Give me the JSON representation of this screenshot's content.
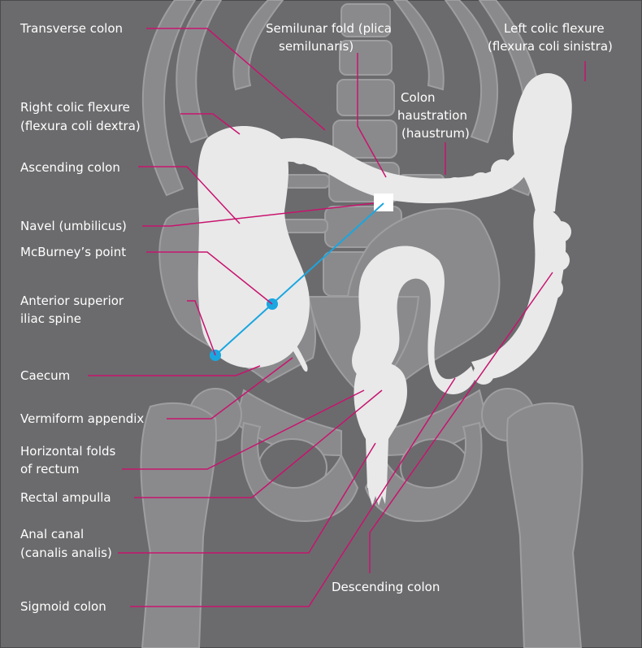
{
  "diagram": {
    "colors": {
      "background": "#6b6b6d",
      "bone": "#8a8a8c",
      "bone_outline": "#9e9ea0",
      "colon": "#e9e9ea",
      "leader": "#c8146e",
      "mcburney": "#1aa6e0",
      "label": "#ffffff"
    },
    "labels": {
      "transverse_colon": "Transverse colon",
      "semilunar_fold_1": "Semilunar fold (plica",
      "semilunar_fold_2": "semilunaris)",
      "left_flexure_1": "Left colic flexure",
      "left_flexure_2": "(flexura coli sinistra)",
      "right_flexure_1": "Right colic flexure",
      "right_flexure_2": "(flexura coli dextra)",
      "haustration_1": "Colon",
      "haustration_2": "haustration",
      "haustration_3": "(haustrum)",
      "ascending_colon": "Ascending colon",
      "navel": "Navel (umbilicus)",
      "mcburney": "McBurney’s point",
      "asis_1": "Anterior superior",
      "asis_2": "iliac spine",
      "caecum": "Caecum",
      "appendix": "Vermiform appendix",
      "horiz_folds_1": "Horizontal folds",
      "horiz_folds_2": "of rectum",
      "rectal_ampulla": "Rectal ampulla",
      "anal_canal_1": "Anal canal",
      "anal_canal_2": "(canalis analis)",
      "descending_colon": "Descending colon",
      "sigmoid_colon": "Sigmoid colon"
    }
  }
}
